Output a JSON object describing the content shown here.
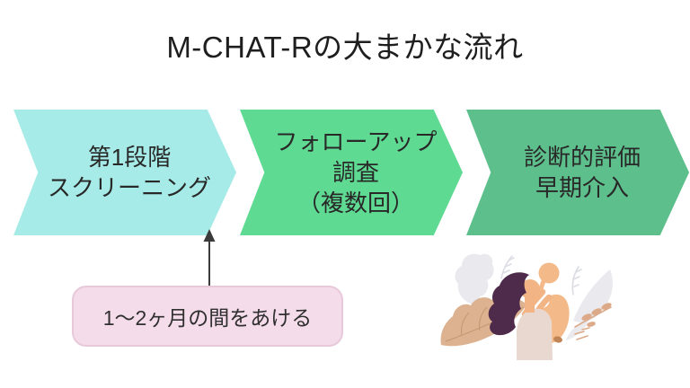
{
  "title": {
    "text": "M-CHAT-Rの大まかな流れ",
    "color": "#1e1e1e"
  },
  "flow": {
    "text_color": "#282828",
    "steps": [
      {
        "lines": [
          "第1段階",
          "スクリーニング"
        ],
        "color": "#a6ebe7"
      },
      {
        "lines": [
          "フォローアップ",
          "調査",
          "（複数回）"
        ],
        "color": "#5fda92"
      },
      {
        "lines": [
          "診断的評価",
          "早期介入"
        ],
        "color": "#5dbf8c"
      }
    ]
  },
  "note": {
    "label": "1〜2ヶ月の間をあける",
    "background": "#f5dcea",
    "border": "#e7c9da",
    "text_color": "#303030"
  },
  "connector": {
    "style": "up-arrow",
    "color": "#3b3b3b"
  },
  "illustration": {
    "name": "mother-holding-baby",
    "colors": {
      "leaf_gray": "#e9e9ee",
      "sprig_gray": "#dcdde4",
      "leaf_tan": "#ddb290",
      "vein_tan": "#c69a74",
      "sprig_tan": "#dcaa88",
      "skin": "#f2b484",
      "baby_skin": "#f4b988",
      "hair": "#4e2a4b",
      "clothing": "#e9d8d0",
      "cloth_white": "#fdfdfd",
      "shoe": "#c08457"
    }
  },
  "background": "#ffffff"
}
